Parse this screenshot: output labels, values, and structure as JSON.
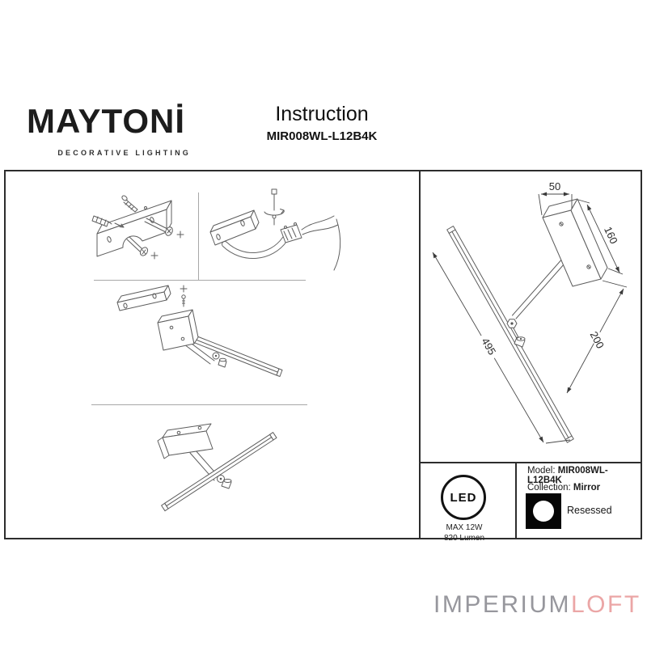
{
  "brand": {
    "name": "MAYTONİ",
    "tagline": "DECORATIVE LIGHTING"
  },
  "header": {
    "title": "Instruction",
    "model": "MIR008WL-L12B4K"
  },
  "drawing": {
    "d50": "50",
    "d160": "160",
    "d200": "200",
    "d495": "495"
  },
  "spec": {
    "led": "LED",
    "max_power": "MAX 12W",
    "luminous_flux": "820 Lumen",
    "model_label": "Model:",
    "model_value": "MIR008WL-L12B4K",
    "collection_label": "Collection:",
    "collection_value": "Mirror",
    "mount_type": "Resessed"
  },
  "footer": {
    "brand_gray": "IMPERIUM",
    "brand_pink": "LOFT"
  },
  "colors": {
    "footer_gray": "#97979d",
    "footer_pink": "#eba6a6",
    "frame": "#2d2d2d"
  }
}
